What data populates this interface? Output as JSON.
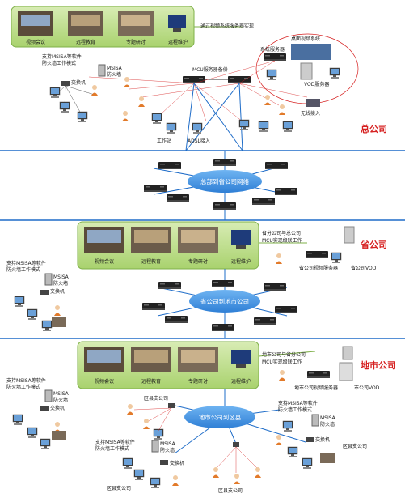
{
  "top": {
    "thumbs": [
      "视频会议",
      "远程教育",
      "专题研讨",
      "远程维护"
    ],
    "callout": "通过视频系统服务器实现",
    "desktop_system": "桌面视频系统",
    "sys_server": "系统服务器",
    "vod_server": "VOD服务器",
    "mcu_backup": "MCU服务器备份",
    "software_note_1": "支持MSISA等软件",
    "software_note_2": "防火墙工作模式",
    "msisa": "MSISA",
    "firewall": "防火墙",
    "switch": "交换机",
    "workstation": "工作站",
    "adsl": "ADSL接入",
    "wireless": "无线接入",
    "level": "总公司"
  },
  "net1": {
    "cloud": "总部到省公司网络"
  },
  "prov": {
    "thumbs": [
      "视频会议",
      "远程教育",
      "专题研讨",
      "远程维护"
    ],
    "cascade_1": "省分公司与总公司",
    "cascade_2": "MCU实现级联工作",
    "video_server": "省公司视频服务器",
    "vod": "省公司VOD",
    "software_note_1": "支持MSISA等软件",
    "software_note_2": "防火墙工作模式",
    "msisa": "MSISA",
    "firewall": "防火墙",
    "switch": "交换机",
    "level": "省公司"
  },
  "net2": {
    "cloud": "省公司到地市公司"
  },
  "city": {
    "thumbs": [
      "视频会议",
      "远程教育",
      "专题研讨",
      "远程维护"
    ],
    "cascade_1": "地市公司与省分公司",
    "cascade_2": "MCU实现级联工作",
    "video_server": "地市公司视频服务器",
    "vod": "市公司VOD",
    "software_note_1": "支持MSISA等软件",
    "software_note_2": "防火墙工作模式",
    "msisa": "MSISA",
    "firewall": "防火墙",
    "switch": "交换机",
    "level": "地市公司"
  },
  "county": {
    "cloud": "地市公司到区县",
    "branch_top": "区县支公司",
    "branch_bottom_left": "区县支公司",
    "branch_bottom_mid": "区县支公司",
    "branch_right": "区县支公司",
    "software_note_1": "支持MSISA等软件",
    "software_note_2": "防火墙工作模式",
    "msisa": "MSISA",
    "firewall": "防火墙",
    "switch": "交换机"
  },
  "colors": {
    "blue_line": "#1e6cc8",
    "cloud": "#3d8fe0",
    "green": "#a6d16b",
    "red": "#d62020"
  }
}
